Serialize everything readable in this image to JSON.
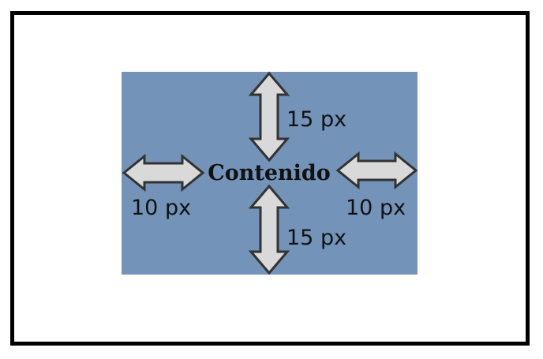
{
  "diagram": {
    "content_label": "Contenido",
    "top_label": "15 px",
    "bottom_label": "15 px",
    "left_label": "10 px",
    "right_label": "10 px",
    "colors": {
      "frame": "#000000",
      "box": "#7393b9",
      "arrow_fill": "#d9d9d9",
      "arrow_stroke": "#333333"
    }
  }
}
